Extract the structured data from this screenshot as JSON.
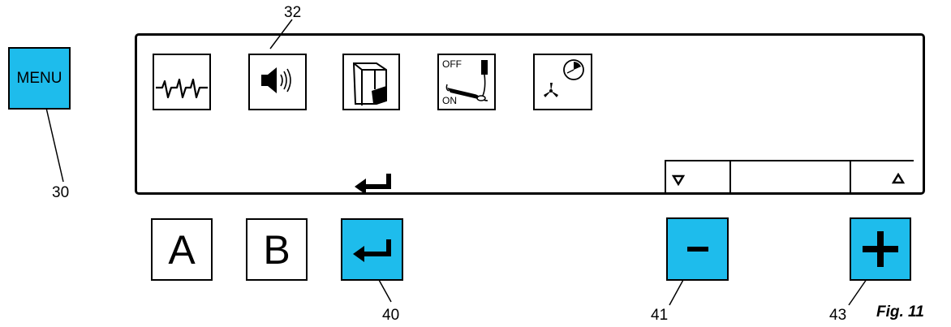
{
  "callouts": {
    "n30": "30",
    "n32": "32",
    "n40": "40",
    "n41": "41",
    "n43": "43"
  },
  "menu_key": {
    "label": "MENU",
    "color": "#1ebcec"
  },
  "display": {
    "icons": [
      {
        "name": "ecg-waveform-icon"
      },
      {
        "name": "speaker-icon",
        "selected": true
      },
      {
        "name": "cartridge-icon"
      },
      {
        "name": "handpiece-off-on-icon",
        "off_label": "OFF",
        "on_label": "ON"
      },
      {
        "name": "fan-timer-icon"
      }
    ],
    "enter_glyph": "enter-arrow-icon",
    "scroll_down_glyph": "triangle-down-icon",
    "scroll_up_glyph": "triangle-up-icon"
  },
  "keys": {
    "a_label": "A",
    "b_label": "B",
    "enter": "enter-arrow-icon",
    "minus": "minus-icon",
    "plus": "plus-icon"
  },
  "figure_label": "Fig. 11"
}
